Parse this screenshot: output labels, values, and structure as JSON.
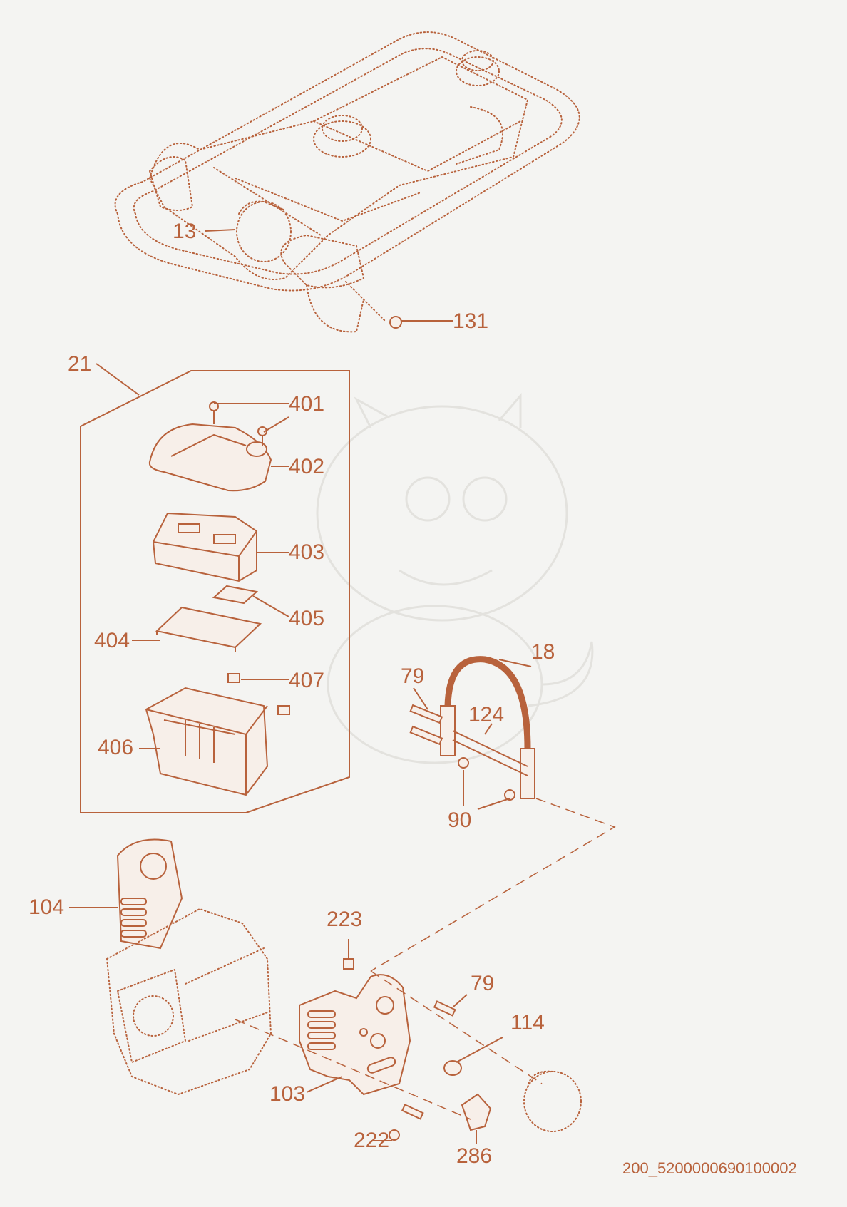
{
  "colors": {
    "accent": "#b8623c",
    "background": "#f4f4f2",
    "ghost": "#e3e2de"
  },
  "drawing_code": "200_5200000690100002",
  "parts": [
    {
      "id": "p13",
      "number": "13"
    },
    {
      "id": "p131",
      "number": "131"
    },
    {
      "id": "p21",
      "number": "21"
    },
    {
      "id": "p401",
      "number": "401"
    },
    {
      "id": "p402",
      "number": "402"
    },
    {
      "id": "p403",
      "number": "403"
    },
    {
      "id": "p405",
      "number": "405"
    },
    {
      "id": "p404",
      "number": "404"
    },
    {
      "id": "p407",
      "number": "407"
    },
    {
      "id": "p406",
      "number": "406"
    },
    {
      "id": "p18",
      "number": "18"
    },
    {
      "id": "p79a",
      "number": "79"
    },
    {
      "id": "p124",
      "number": "124"
    },
    {
      "id": "p90",
      "number": "90"
    },
    {
      "id": "p104",
      "number": "104"
    },
    {
      "id": "p223",
      "number": "223"
    },
    {
      "id": "p79b",
      "number": "79"
    },
    {
      "id": "p114",
      "number": "114"
    },
    {
      "id": "p103",
      "number": "103"
    },
    {
      "id": "p222",
      "number": "222"
    },
    {
      "id": "p286",
      "number": "286"
    }
  ]
}
